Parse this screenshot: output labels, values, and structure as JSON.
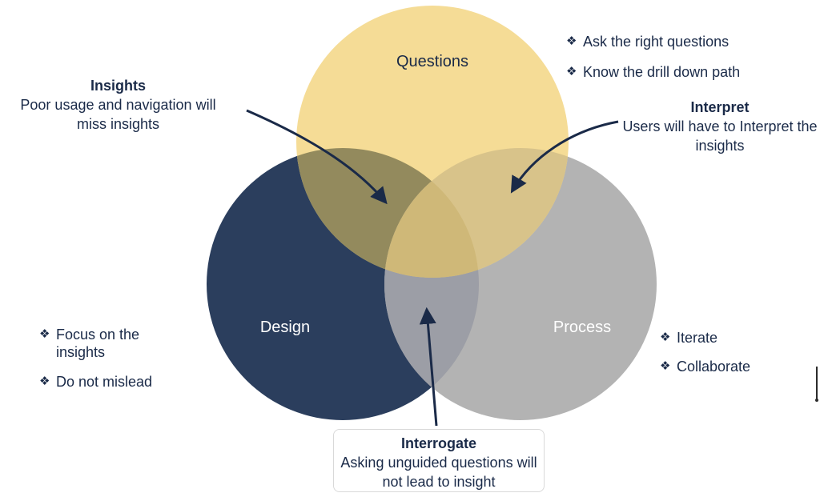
{
  "circles": [
    {
      "id": "design",
      "label": "Design",
      "color": "#2b3e5d"
    },
    {
      "id": "process",
      "label": "Process",
      "color": "#b3b3b3"
    },
    {
      "id": "questions",
      "label": "Questions",
      "color": "#f5dc96"
    }
  ],
  "overlap_colors": {
    "design_questions": "#938a5d",
    "questions_process": "#d8c38a",
    "design_process": "#9c9ea6",
    "center": "#cfb878"
  },
  "annotations": {
    "insights": {
      "title": "Insights",
      "text": "Poor usage and navigation will miss insights"
    },
    "interpret": {
      "title": "Interpret",
      "text": "Users will have to Interpret the insights"
    },
    "interrogate": {
      "title": "Interrogate",
      "text": "Asking unguided questions will not lead to insight"
    }
  },
  "bullets": {
    "questions": [
      "Ask the right questions",
      "Know the drill down path"
    ],
    "design": [
      "Focus on the insights",
      "Do not mislead"
    ],
    "process": [
      "Iterate",
      "Collaborate"
    ],
    "marker": "❖"
  },
  "arrow_color": "#1a2a48"
}
